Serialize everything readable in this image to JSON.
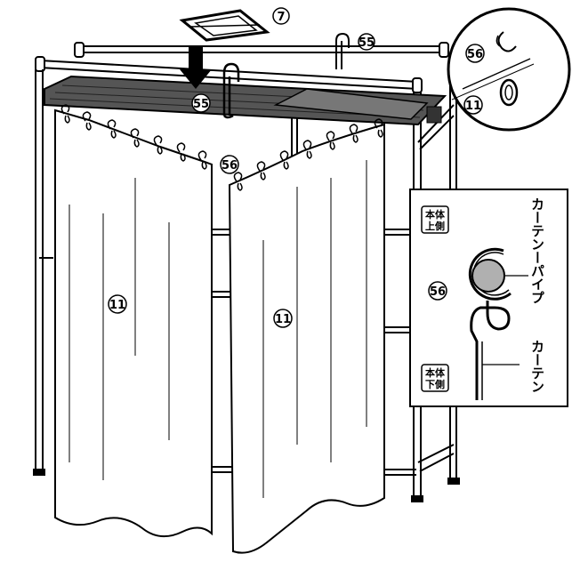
{
  "parts": {
    "p7": "7",
    "p55": "55",
    "p56": "56",
    "p11": "11"
  },
  "detail": {
    "top_tag_line1": "本体",
    "top_tag_line2": "上側",
    "bottom_tag_line1": "本体",
    "bottom_tag_line2": "下側",
    "pipe_label": "カーテンーパイプ",
    "curtain_label": "カーテン"
  },
  "colors": {
    "line": "#000000",
    "pipe_fill": "#b0b0b0",
    "shelf_fill": "#555555"
  }
}
